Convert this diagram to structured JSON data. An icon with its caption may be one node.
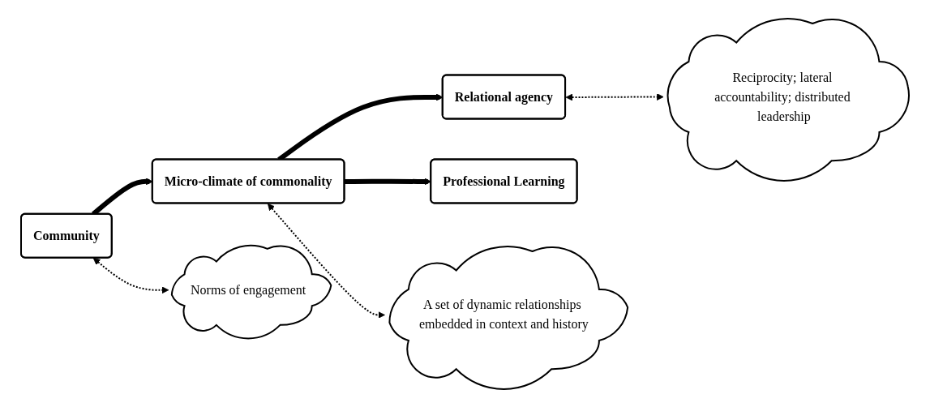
{
  "diagram": {
    "nodes": [
      {
        "text": [
          "Community"
        ]
      },
      {
        "text": [
          "Micro-climate of commonality"
        ]
      },
      {
        "text": [
          "Relational agency"
        ]
      },
      {
        "text": [
          "Professional Learning"
        ]
      },
      {
        "text": [
          "Norms of engagement"
        ]
      },
      {
        "text": [
          "A set of dynamic relationships embedded in context and history"
        ]
      },
      {
        "text": [
          "Reciprocity; lateral accountability; distributed leadership"
        ]
      }
    ],
    "edges": [
      {
        "from": 0,
        "to": 1,
        "arrow": "to",
        "style": "thick"
      },
      {
        "from": 1,
        "to": 2,
        "arrow": "to",
        "style": "thick"
      },
      {
        "from": 1,
        "to": 3,
        "arrow": "to",
        "style": "thick"
      },
      {
        "from": 0,
        "to": 4,
        "arrow": "both",
        "style": "dashed"
      },
      {
        "from": 1,
        "to": 5,
        "arrow": "both",
        "style": "dashed"
      },
      {
        "from": 2,
        "to": 6,
        "arrow": "both",
        "style": "dashed"
      }
    ]
  }
}
